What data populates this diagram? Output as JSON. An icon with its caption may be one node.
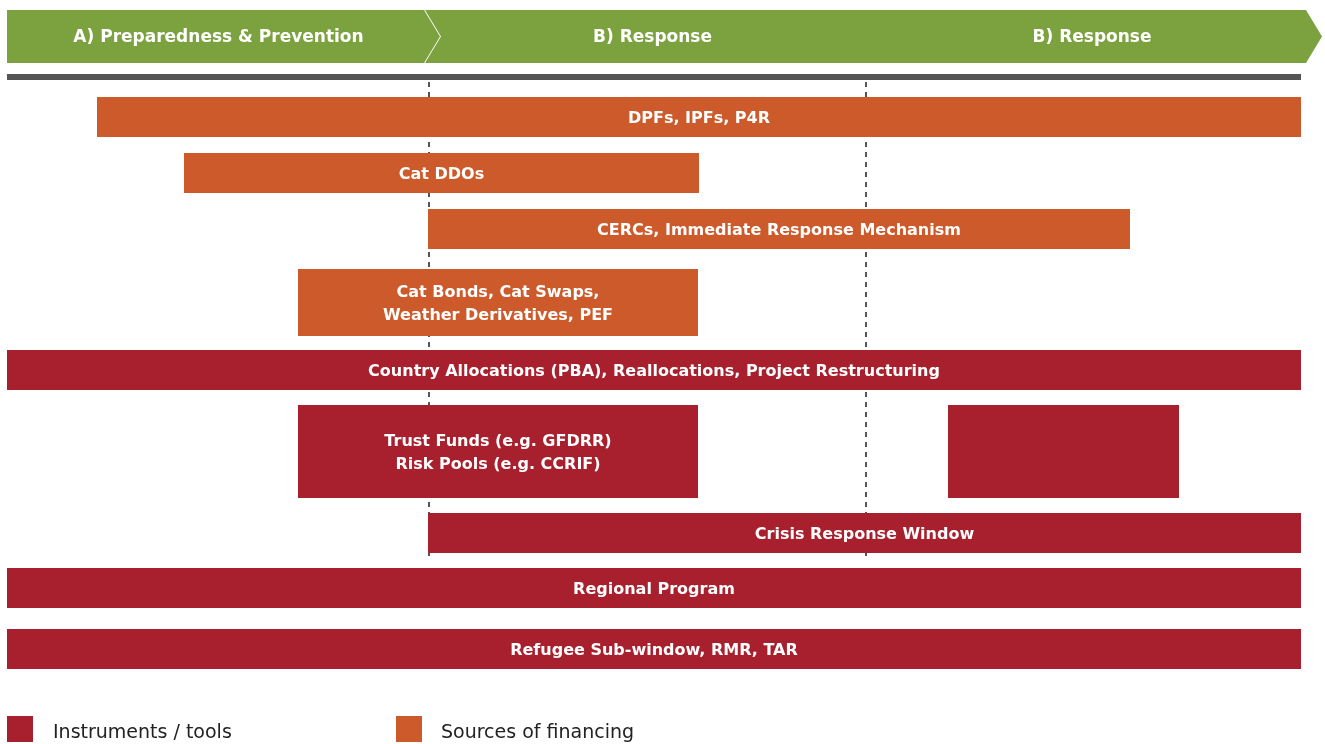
{
  "diagram": {
    "nodes": [
      {
        "text": [
          "A) Preparedness & Prevention"
        ]
      },
      {
        "text": [
          "B) Response"
        ]
      },
      {
        "text": [
          "B) Response"
        ]
      },
      {
        "text": [
          "DPFs, IPFs, P4R"
        ]
      },
      {
        "text": [
          "Cat DDOs"
        ]
      },
      {
        "text": [
          "CERCs, Immediate Response Mechanism"
        ]
      },
      {
        "text": [
          "Cat Bonds, Cat Swaps, Weather Derivatives, PEF"
        ]
      },
      {
        "text": [
          "Country Allocations (PBA), Reallocations, Project Restructuring"
        ]
      },
      {
        "text": [
          "Trust Funds (e.g. GFDRR)",
          "Risk Pools (e.g. CCRIF)"
        ]
      },
      {
        "text": [],
        "shape": "box"
      },
      {
        "text": [
          "Crisis Response Window"
        ]
      },
      {
        "text": [
          "Regional Program"
        ]
      },
      {
        "text": [
          "Refugee Sub-window, RMR, TAR"
        ]
      }
    ],
    "edges": [],
    "legend": [
      {
        "text": "Instruments / tools",
        "color": "#a8202d"
      },
      {
        "text": "Sources of financing",
        "color": "#cd5a2b"
      }
    ]
  }
}
